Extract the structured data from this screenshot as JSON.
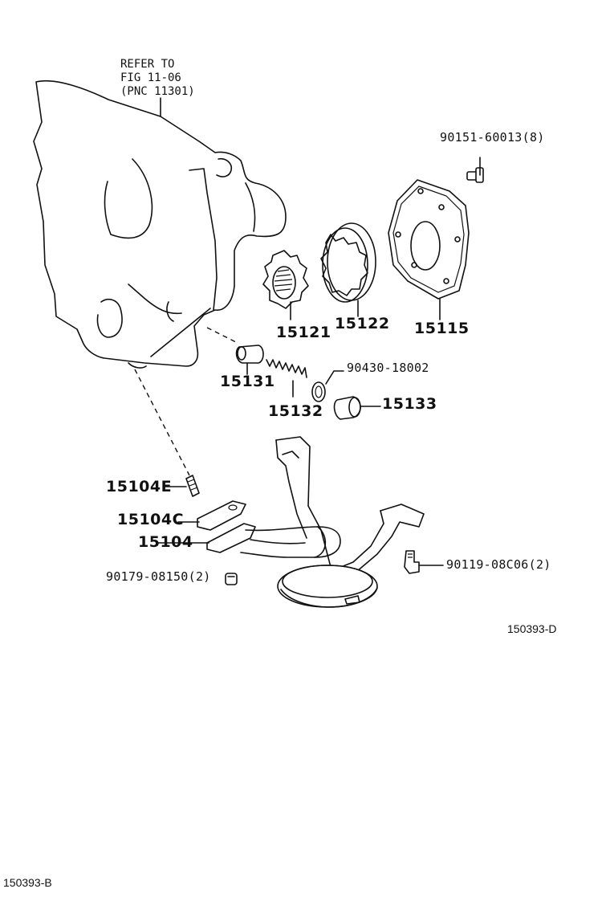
{
  "diagram": {
    "reference_note": [
      "REFER TO",
      "FIG 11-06",
      "(PNC 11301)"
    ],
    "figure_code": "150393-D",
    "page_code": "150393-B",
    "parts": {
      "p90151": "90151-60013(8)",
      "p15121": "15121",
      "p15122": "15122",
      "p15115": "15115",
      "p15131": "15131",
      "p90430": "90430-18002",
      "p15132": "15132",
      "p15133": "15133",
      "p15104E": "15104E",
      "p15104C": "15104C",
      "p15104": "15104",
      "p90179": "90179-08150(2)",
      "p90119": "90119-08C06(2)"
    }
  }
}
